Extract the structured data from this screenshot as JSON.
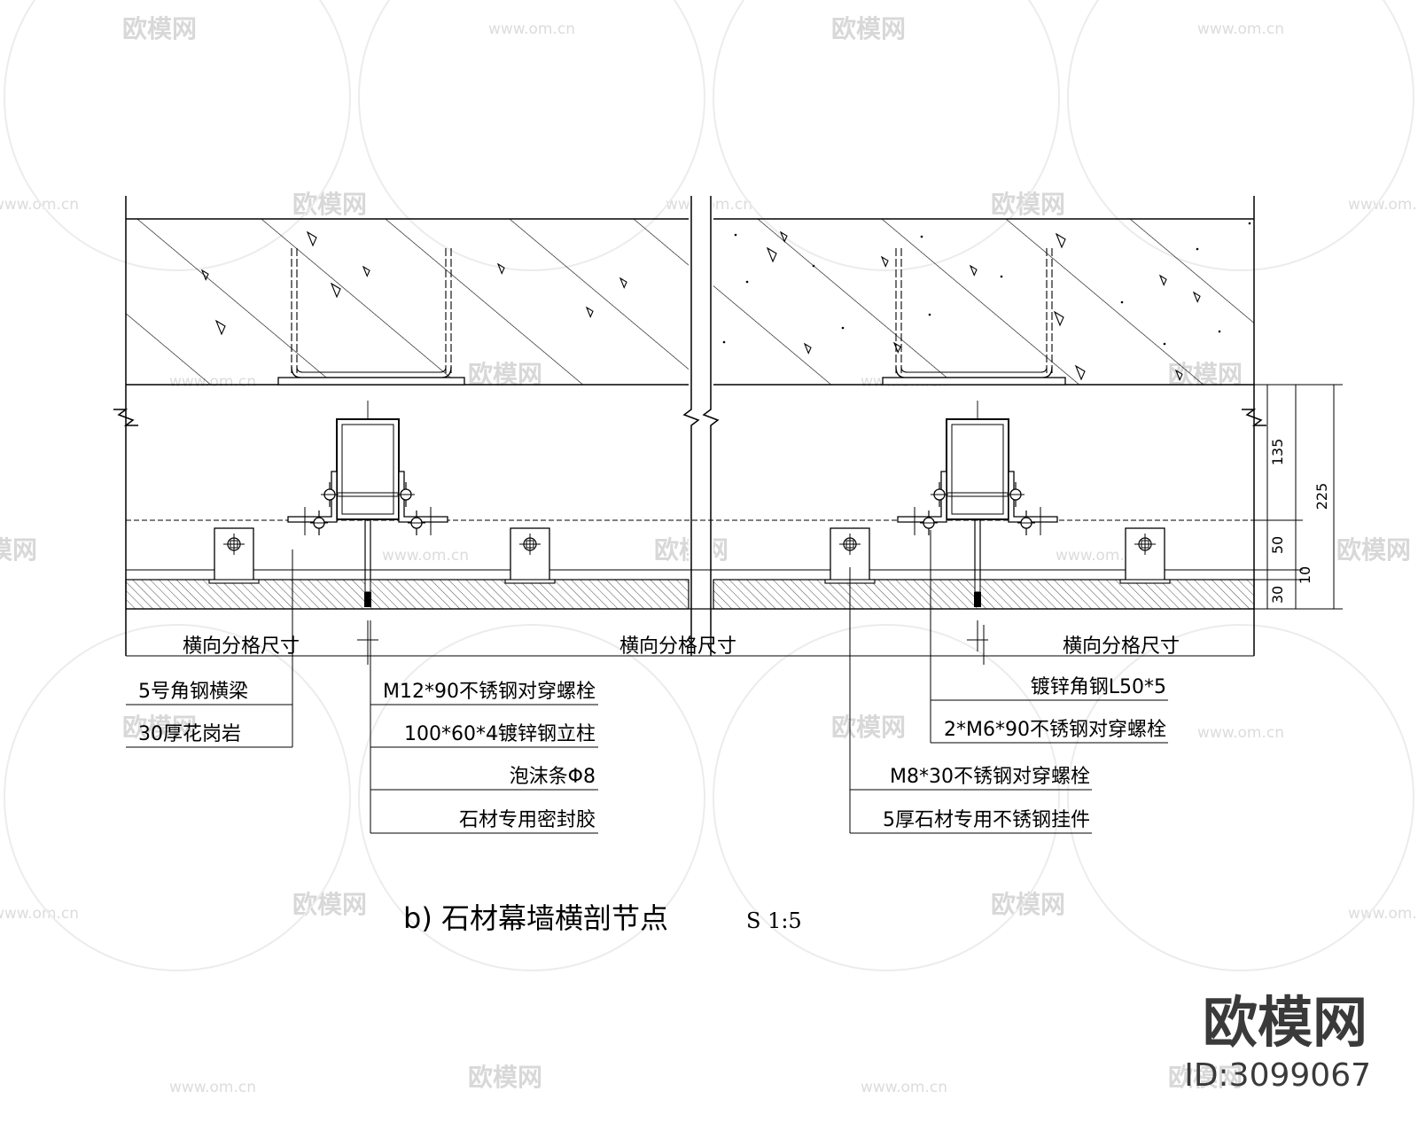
{
  "drawing": {
    "title": "b) 石材幕墙横剖节点",
    "scale": "S 1:5",
    "dimensions": {
      "span_label": "横向分格尺寸",
      "values": [
        "135",
        "225",
        "50",
        "10",
        "30"
      ]
    },
    "callouts_left": [
      "5号角钢横梁",
      "30厚花岗岩"
    ],
    "callouts_center": [
      "M12*90不锈钢对穿螺栓",
      "100*60*4镀锌钢立柱",
      "泡沫条Φ8",
      "石材专用密封胶"
    ],
    "callouts_right": [
      "镀锌角钢L50*5",
      "2*M6*90不锈钢对穿螺栓",
      "M8*30不锈钢对穿螺栓",
      "5厚石材专用不锈钢挂件"
    ]
  },
  "watermark": {
    "brand": "欧模网",
    "url": "www.om.cn",
    "id": "ID:3099067"
  }
}
